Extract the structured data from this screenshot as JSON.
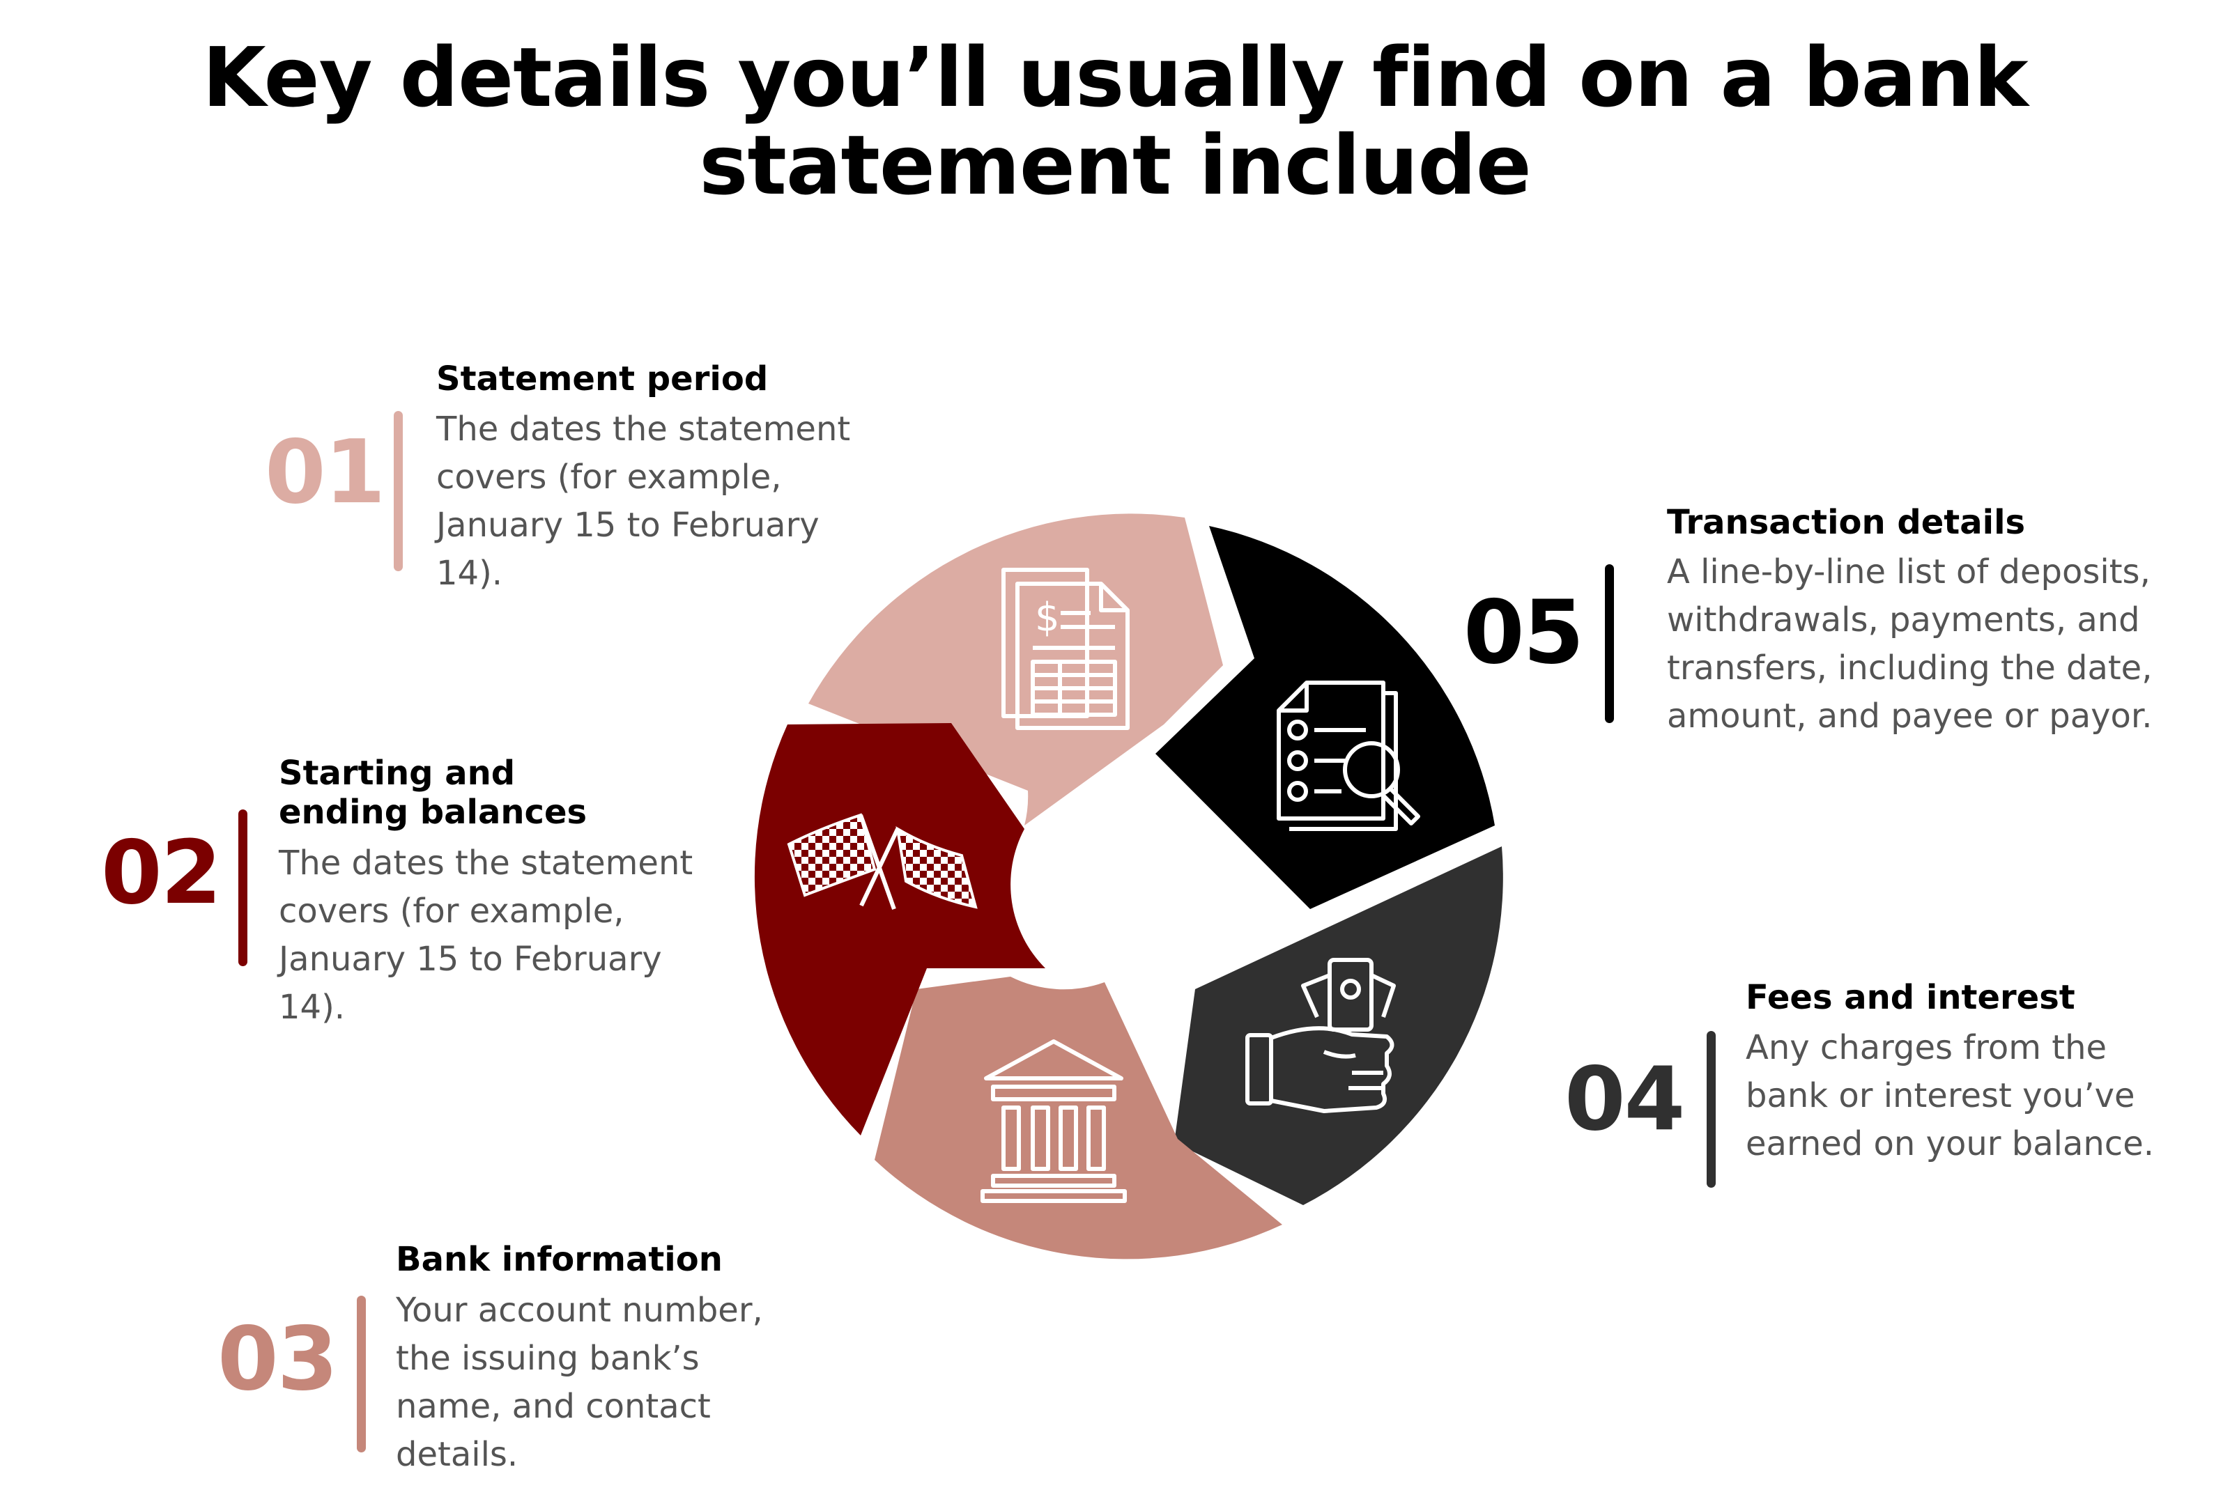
{
  "title_lines": [
    "Key details you’ll usually find on a bank",
    "statement include"
  ],
  "colors": {
    "item_01": "#dcaca3",
    "item_02": "#7b0000",
    "item_03": "#c5877a",
    "item_04": "#303030",
    "item_05": "#000000",
    "text_muted": "#545454"
  },
  "items": [
    {
      "number": "01",
      "title": "Statement period",
      "description": "The dates the statement covers (for example, January 15 to February 14).",
      "icon": "bank-statement-icon"
    },
    {
      "number": "02",
      "title": "Starting and ending balances",
      "description": "The dates the statement covers (for example, January 15 to February 14).",
      "icon": "checkered-flags-icon"
    },
    {
      "number": "03",
      "title": "Bank information",
      "description": "Your account number, the issuing bank’s name, and contact details.",
      "icon": "bank-building-icon"
    },
    {
      "number": "04",
      "title": "Fees and interest",
      "description": "Any charges from the bank or interest you’ve earned on your balance.",
      "icon": "hand-with-money-icon"
    },
    {
      "number": "05",
      "title": "Transaction details",
      "description": "A line-by-line list of deposits, withdrawals, payments, and transfers, including the date, amount, and payee or payor.",
      "icon": "document-search-icon"
    }
  ]
}
